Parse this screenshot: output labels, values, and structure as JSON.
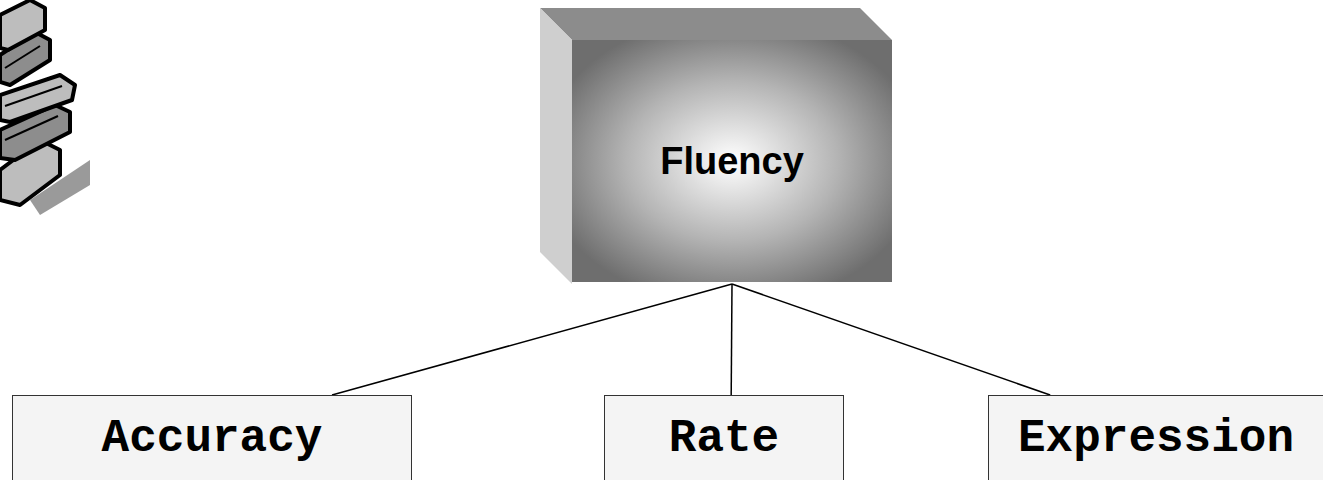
{
  "diagram": {
    "nodes": [
      {
        "text": [
          "Fluency"
        ]
      },
      {
        "text": [
          "Accuracy"
        ]
      },
      {
        "text": [
          "Rate"
        ]
      },
      {
        "text": [
          "Expression"
        ]
      }
    ],
    "edges": [
      {
        "from": 0,
        "to": 1,
        "arrow": "none"
      },
      {
        "from": 0,
        "to": 2,
        "arrow": "none"
      },
      {
        "from": 0,
        "to": 3,
        "arrow": "none"
      }
    ]
  }
}
